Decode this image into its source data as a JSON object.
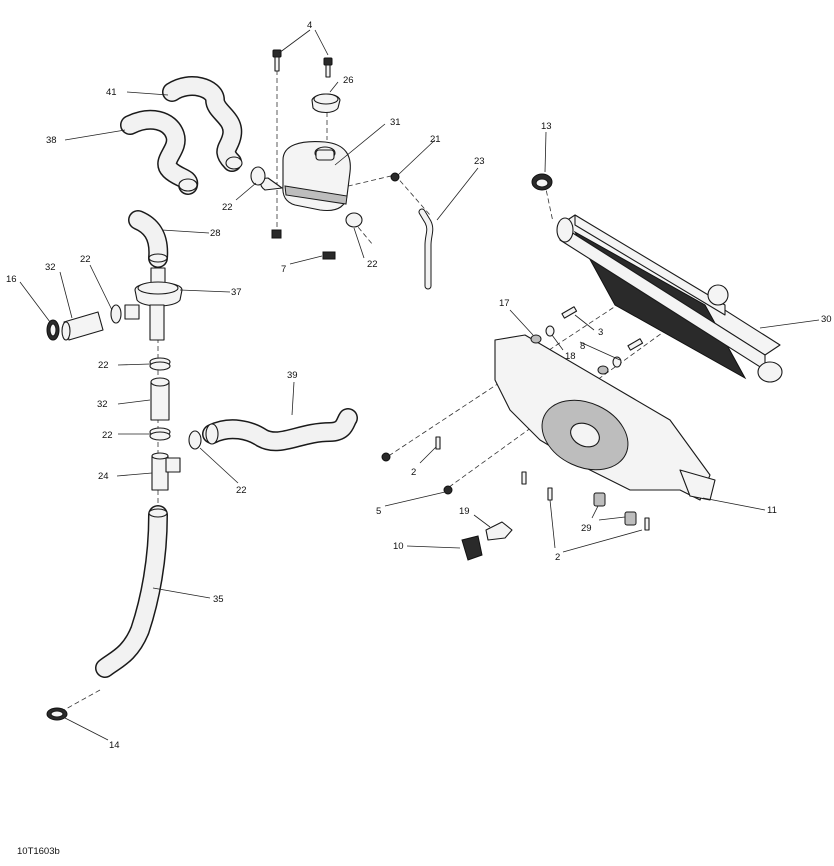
{
  "figure_code": "10T1603b",
  "callouts": {
    "c4": "4",
    "c26": "26",
    "c41": "41",
    "c31": "31",
    "c38": "38",
    "c21": "21",
    "c23": "23",
    "c13": "13",
    "c22a": "22",
    "c28": "28",
    "c22b": "22",
    "c7": "7",
    "c16": "16",
    "c32a": "32",
    "c22c": "22",
    "c37": "37",
    "c17": "17",
    "c3": "3",
    "c30": "30",
    "c18": "18",
    "c8": "8",
    "c22d": "22",
    "c39": "39",
    "c32b": "32",
    "c22e": "22",
    "c2a": "2",
    "c24": "24",
    "c22f": "22",
    "c5": "5",
    "c11": "11",
    "c19": "19",
    "c29": "29",
    "c10": "10",
    "c2b": "2",
    "c35": "35",
    "c14": "14"
  }
}
